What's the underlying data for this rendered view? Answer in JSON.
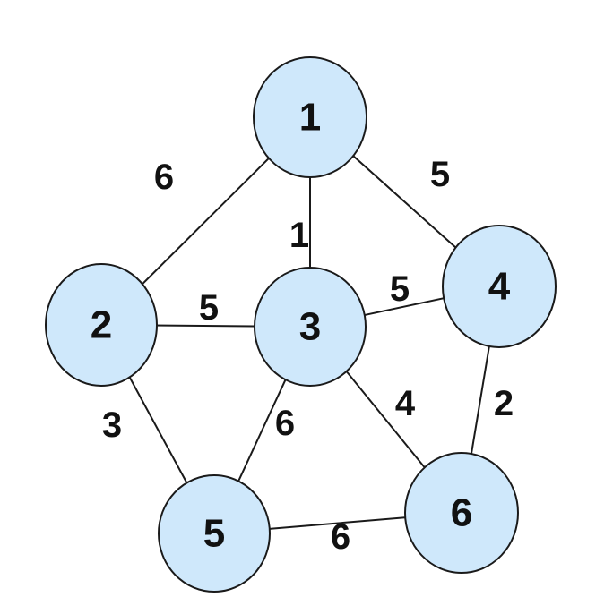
{
  "graph": {
    "node_fill": "#cfe8fb",
    "stroke_color": "#1a1a1a",
    "nodes": [
      {
        "id": "1",
        "label": "1"
      },
      {
        "id": "2",
        "label": "2"
      },
      {
        "id": "3",
        "label": "3"
      },
      {
        "id": "4",
        "label": "4"
      },
      {
        "id": "5",
        "label": "5"
      },
      {
        "id": "6",
        "label": "6"
      }
    ],
    "edges": [
      {
        "from": "1",
        "to": "2",
        "weight": "6"
      },
      {
        "from": "1",
        "to": "3",
        "weight": "1"
      },
      {
        "from": "1",
        "to": "4",
        "weight": "5"
      },
      {
        "from": "2",
        "to": "3",
        "weight": "5"
      },
      {
        "from": "3",
        "to": "4",
        "weight": "5"
      },
      {
        "from": "2",
        "to": "5",
        "weight": "3"
      },
      {
        "from": "3",
        "to": "5",
        "weight": "6"
      },
      {
        "from": "3",
        "to": "6",
        "weight": "4"
      },
      {
        "from": "4",
        "to": "6",
        "weight": "2"
      },
      {
        "from": "5",
        "to": "6",
        "weight": "6"
      }
    ]
  }
}
